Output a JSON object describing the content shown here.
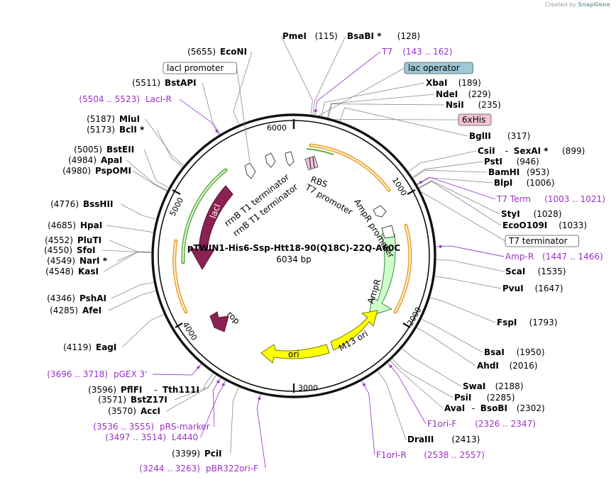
{
  "credit": {
    "prefix": "Created by",
    "brand": "SnapGene"
  },
  "plasmid": {
    "name": "pTWIN1-His6-Ssp-Htt18-90(Q18C)-22Q-A60C",
    "size": "6034 bp",
    "length": 6034
  },
  "ticks": [
    "1000",
    "2000",
    "3000",
    "4000",
    "5000",
    "6000"
  ],
  "colors": {
    "lacI": "#8b2252",
    "rop": "#8b2252",
    "ampR": "#ccffcc",
    "ori": "#ffff00",
    "m13": "#ffff00",
    "lacOperator": "#9ec8d6",
    "hisTag": "#f2c4d4",
    "primer": "#a040d0",
    "promoterArc": "#e8a030",
    "lacIArc": "#5ab040"
  },
  "features": [
    {
      "id": "laci",
      "label": "lacI"
    },
    {
      "id": "rop",
      "label": "rop"
    },
    {
      "id": "ampr",
      "label": "AmpR"
    },
    {
      "id": "ori",
      "label": "ori"
    },
    {
      "id": "m13",
      "label": "M13 ori"
    },
    {
      "id": "rrnb1",
      "label": "rrnB T1 terminator"
    },
    {
      "id": "rrnb2",
      "label": "rrnB T1 terminator"
    },
    {
      "id": "rbs",
      "label": "RBS"
    },
    {
      "id": "t7p",
      "label": "T7 promoter"
    },
    {
      "id": "amprp",
      "label": "AmpR promoter"
    }
  ],
  "left_labels": [
    {
      "pos": "(5655)",
      "name": "EcoNI"
    },
    {
      "box": "lacI promoter"
    },
    {
      "pos": "(5511)",
      "name": "BstAPI"
    },
    {
      "range": "(5504 .. 5523)",
      "name": "LacI-R",
      "primer": true
    },
    {
      "pos": "(5187)",
      "name": "MluI"
    },
    {
      "pos": "(5173)",
      "name": "BclI *"
    },
    {
      "pos": "(5005)",
      "name": "BstEII"
    },
    {
      "pos": "(4984)",
      "name": "ApaI"
    },
    {
      "pos": "(4980)",
      "name": "PspOMI"
    },
    {
      "pos": "(4776)",
      "name": "BssHII"
    },
    {
      "pos": "(4685)",
      "name": "HpaI"
    },
    {
      "pos": "(4552)",
      "name": "PluTI"
    },
    {
      "pos": "(4550)",
      "name": "SfoI"
    },
    {
      "pos": "(4549)",
      "name": "NarI *"
    },
    {
      "pos": "(4548)",
      "name": "KasI"
    },
    {
      "pos": "(4346)",
      "name": "PshAI"
    },
    {
      "pos": "(4285)",
      "name": "AfeI"
    },
    {
      "pos": "(4119)",
      "name": "EagI"
    },
    {
      "range": "(3696 .. 3718)",
      "name": "pGEX 3'",
      "primer": true
    },
    {
      "pos": "(3596)",
      "name": "PflFI",
      "name2": "Tth111I"
    },
    {
      "pos": "(3571)",
      "name": "BstZ17I"
    },
    {
      "pos": "(3570)",
      "name": "AccI"
    },
    {
      "range": "(3536 .. 3555)",
      "name": "pRS-marker",
      "primer": true
    },
    {
      "range": "(3497 .. 3514)",
      "name": "L4440",
      "primer": true
    },
    {
      "pos": "(3399)",
      "name": "PciI"
    },
    {
      "range": "(3244 .. 3263)",
      "name": "pBR322ori-F",
      "primer": true
    }
  ],
  "right_labels": [
    {
      "name": "PmeI",
      "pos": "(115)"
    },
    {
      "name": "BsaBI *",
      "pos": "(128)"
    },
    {
      "name": "T7",
      "range": "(143 .. 162)",
      "primer": true
    },
    {
      "box": "lac operator"
    },
    {
      "name": "XbaI",
      "pos": "(189)"
    },
    {
      "name": "NdeI",
      "pos": "(229)"
    },
    {
      "name": "NsiI",
      "pos": "(235)"
    },
    {
      "box": "6xHis"
    },
    {
      "name": "BglII",
      "pos": "(317)"
    },
    {
      "name": "CsiI",
      "name2": "SexAI *",
      "pos": "(899)"
    },
    {
      "name": "PstI",
      "pos": "(946)"
    },
    {
      "name": "BamHI",
      "pos": "(953)"
    },
    {
      "name": "BlpI",
      "pos": "(1006)"
    },
    {
      "name": "T7 Term",
      "range": "(1003 .. 1021)",
      "primer": true
    },
    {
      "name": "StyI",
      "pos": "(1028)"
    },
    {
      "name": "EcoO109I",
      "pos": "(1033)"
    },
    {
      "box": "T7 terminator"
    },
    {
      "name": "Amp-R",
      "range": "(1447 .. 1466)",
      "primer": true
    },
    {
      "name": "ScaI",
      "pos": "(1535)"
    },
    {
      "name": "PvuI",
      "pos": "(1647)"
    },
    {
      "name": "FspI",
      "pos": "(1793)"
    },
    {
      "name": "BsaI",
      "pos": "(1950)"
    },
    {
      "name": "AhdI",
      "pos": "(2016)"
    },
    {
      "name": "SwaI",
      "pos": "(2188)"
    },
    {
      "name": "PsiI",
      "pos": "(2285)"
    },
    {
      "name": "AvaI",
      "name2": "BsoBI",
      "pos": "(2302)"
    },
    {
      "name": "F1ori-F",
      "range": "(2326 .. 2347)",
      "primer": true
    },
    {
      "name": "DraIII",
      "pos": "(2413)"
    },
    {
      "name": "F1ori-R",
      "range": "(2538 .. 2557)",
      "primer": true
    }
  ]
}
